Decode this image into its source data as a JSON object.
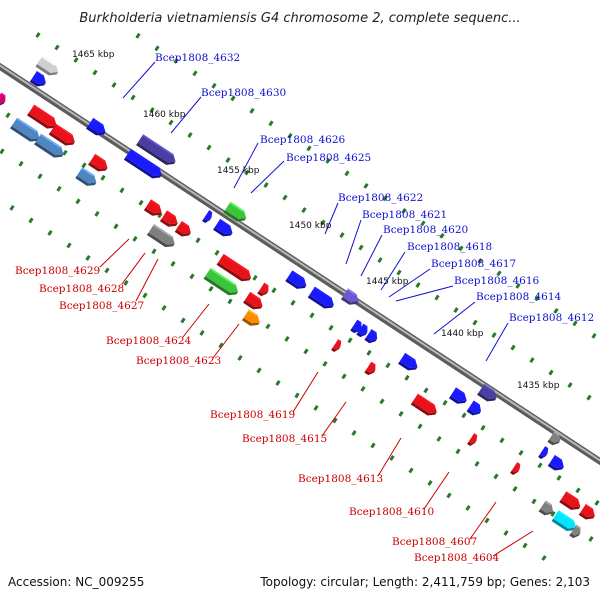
{
  "title": "Burkholderia vietnamiensis G4 chromosome 2, complete sequenc...",
  "footer": {
    "accession": "Accession: NC_009255",
    "info": "Topology: circular; Length: 2,411,759 bp; Genes: 2,103"
  },
  "colors": {
    "top_strand_label": "#1010d0",
    "bottom_strand_label": "#cc0000",
    "backbone": "#808080",
    "tick": "#2a7a2a"
  },
  "kbp_markers": [
    "1465 kbp",
    "1460 kbp",
    "1455 kbp",
    "1450 kbp",
    "1445 kbp",
    "1440 kbp",
    "1435 kbp"
  ],
  "top_labels": [
    "Bcep1808_4632",
    "Bcep1808_4630",
    "Bcep1808_4626",
    "Bcep1808_4625",
    "Bcep1808_4622",
    "Bcep1808_4621",
    "Bcep1808_4620",
    "Bcep1808_4618",
    "Bcep1808_4617",
    "Bcep1808_4616",
    "Bcep1808_4614",
    "Bcep1808_4612"
  ],
  "bottom_labels": [
    "Bcep1808_4629",
    "Bcep1808_4628",
    "Bcep1808_4627",
    "Bcep1808_4624",
    "Bcep1808_4623",
    "Bcep1808_4619",
    "Bcep1808_4615",
    "Bcep1808_4613",
    "Bcep1808_4610",
    "Bcep1808_4607",
    "Bcep1808_4604"
  ]
}
